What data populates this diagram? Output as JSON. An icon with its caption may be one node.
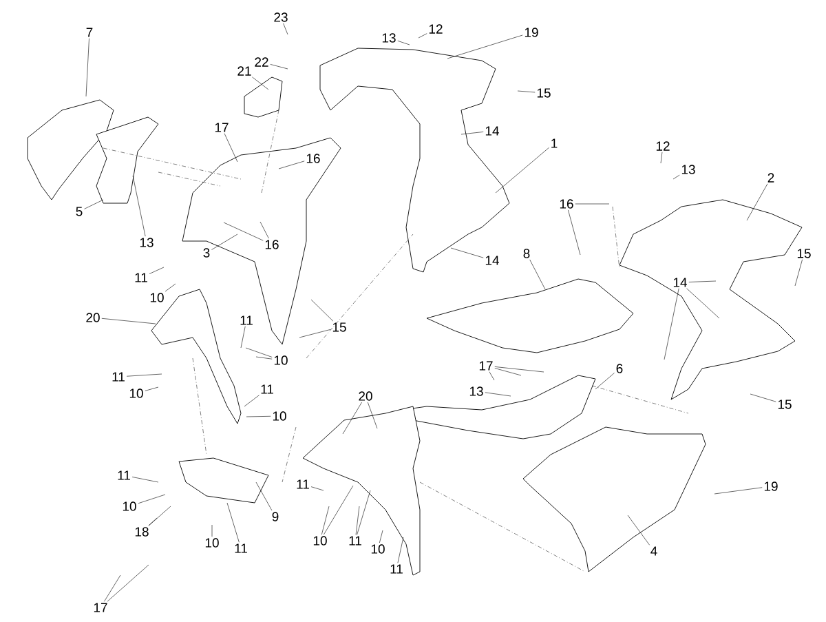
{
  "diagram": {
    "nodes": [
      {
        "text": [
          "7"
        ]
      },
      {
        "text": [
          "23"
        ]
      },
      {
        "text": [
          "22"
        ]
      },
      {
        "text": [
          "21"
        ]
      },
      {
        "text": [
          "13"
        ]
      },
      {
        "text": [
          "12"
        ]
      },
      {
        "text": [
          "19"
        ]
      },
      {
        "text": [
          "15"
        ]
      },
      {
        "text": [
          "17"
        ]
      },
      {
        "text": [
          "16"
        ]
      },
      {
        "text": [
          "14"
        ]
      },
      {
        "text": [
          "1"
        ]
      },
      {
        "text": [
          "12"
        ]
      },
      {
        "text": [
          "13"
        ]
      },
      {
        "text": [
          "2"
        ]
      },
      {
        "text": [
          "16"
        ]
      },
      {
        "text": [
          "5"
        ]
      },
      {
        "text": [
          "13"
        ]
      },
      {
        "text": [
          "16"
        ]
      },
      {
        "text": [
          "14"
        ]
      },
      {
        "text": [
          "3"
        ]
      },
      {
        "text": [
          "11"
        ]
      },
      {
        "text": [
          "10"
        ]
      },
      {
        "text": [
          "8"
        ]
      },
      {
        "text": [
          "15"
        ]
      },
      {
        "text": [
          "14"
        ]
      },
      {
        "text": [
          "20"
        ]
      },
      {
        "text": [
          "11"
        ]
      },
      {
        "text": [
          "15"
        ]
      },
      {
        "text": [
          "10"
        ]
      },
      {
        "text": [
          "11"
        ]
      },
      {
        "text": [
          "10"
        ]
      },
      {
        "text": [
          "11"
        ]
      },
      {
        "text": [
          "10"
        ]
      },
      {
        "text": [
          "20"
        ]
      },
      {
        "text": [
          "17"
        ]
      },
      {
        "text": [
          "6"
        ]
      },
      {
        "text": [
          "13"
        ]
      },
      {
        "text": [
          "15"
        ]
      },
      {
        "text": [
          "11"
        ]
      },
      {
        "text": [
          "10"
        ]
      },
      {
        "text": [
          "9"
        ]
      },
      {
        "text": [
          "10"
        ]
      },
      {
        "text": [
          "11"
        ]
      },
      {
        "text": [
          "11"
        ]
      },
      {
        "text": [
          "10"
        ]
      },
      {
        "text": [
          "11"
        ]
      },
      {
        "text": [
          "10"
        ]
      },
      {
        "text": [
          "11"
        ]
      },
      {
        "text": [
          "19"
        ]
      },
      {
        "text": [
          "4"
        ]
      },
      {
        "text": [
          "18"
        ]
      },
      {
        "text": [
          "17"
        ]
      }
    ],
    "edges": [
      {
        "from": 0,
        "to": null,
        "arrow": "none"
      },
      {
        "from": 1,
        "to": null,
        "arrow": "none"
      },
      {
        "from": 2,
        "to": null,
        "arrow": "none"
      },
      {
        "from": 3,
        "to": null,
        "arrow": "none"
      },
      {
        "from": 4,
        "to": null,
        "arrow": "none"
      },
      {
        "from": 5,
        "to": null,
        "arrow": "none"
      },
      {
        "from": 6,
        "to": null,
        "arrow": "none"
      },
      {
        "from": 7,
        "to": null,
        "arrow": "none"
      },
      {
        "from": 8,
        "to": null,
        "arrow": "none"
      },
      {
        "from": 9,
        "to": null,
        "arrow": "none"
      },
      {
        "from": 10,
        "to": null,
        "arrow": "none"
      },
      {
        "from": 11,
        "to": null,
        "arrow": "none"
      },
      {
        "from": 12,
        "to": null,
        "arrow": "none"
      },
      {
        "from": 13,
        "to": null,
        "arrow": "none"
      },
      {
        "from": 14,
        "to": null,
        "arrow": "none"
      },
      {
        "from": 15,
        "to": null,
        "arrow": "none"
      },
      {
        "from": 15,
        "to": null,
        "arrow": "none"
      },
      {
        "from": 16,
        "to": null,
        "arrow": "none"
      },
      {
        "from": 17,
        "to": null,
        "arrow": "none"
      },
      {
        "from": 18,
        "to": null,
        "arrow": "none"
      },
      {
        "from": 18,
        "to": null,
        "arrow": "none"
      },
      {
        "from": 19,
        "to": null,
        "arrow": "none"
      },
      {
        "from": 20,
        "to": null,
        "arrow": "none"
      },
      {
        "from": 21,
        "to": null,
        "arrow": "none"
      },
      {
        "from": 22,
        "to": null,
        "arrow": "none"
      },
      {
        "from": 23,
        "to": null,
        "arrow": "none"
      },
      {
        "from": 24,
        "to": null,
        "arrow": "none"
      },
      {
        "from": 25,
        "to": null,
        "arrow": "none"
      },
      {
        "from": 25,
        "to": null,
        "arrow": "none"
      },
      {
        "from": 25,
        "to": null,
        "arrow": "none"
      },
      {
        "from": 26,
        "to": null,
        "arrow": "none"
      },
      {
        "from": 27,
        "to": null,
        "arrow": "none"
      },
      {
        "from": 28,
        "to": null,
        "arrow": "none"
      },
      {
        "from": 28,
        "to": null,
        "arrow": "none"
      },
      {
        "from": 29,
        "to": null,
        "arrow": "none"
      },
      {
        "from": 29,
        "to": null,
        "arrow": "none"
      },
      {
        "from": 30,
        "to": null,
        "arrow": "none"
      },
      {
        "from": 31,
        "to": null,
        "arrow": "none"
      },
      {
        "from": 32,
        "to": null,
        "arrow": "none"
      },
      {
        "from": 33,
        "to": null,
        "arrow": "none"
      },
      {
        "from": 34,
        "to": null,
        "arrow": "none"
      },
      {
        "from": 34,
        "to": null,
        "arrow": "none"
      },
      {
        "from": 35,
        "to": null,
        "arrow": "none"
      },
      {
        "from": 35,
        "to": null,
        "arrow": "none"
      },
      {
        "from": 35,
        "to": null,
        "arrow": "none"
      },
      {
        "from": 36,
        "to": null,
        "arrow": "none"
      },
      {
        "from": 37,
        "to": null,
        "arrow": "none"
      },
      {
        "from": 38,
        "to": null,
        "arrow": "none"
      },
      {
        "from": 39,
        "to": null,
        "arrow": "none"
      },
      {
        "from": 40,
        "to": null,
        "arrow": "none"
      },
      {
        "from": 41,
        "to": null,
        "arrow": "none"
      },
      {
        "from": 42,
        "to": null,
        "arrow": "none"
      },
      {
        "from": 43,
        "to": null,
        "arrow": "none"
      },
      {
        "from": 44,
        "to": null,
        "arrow": "none"
      },
      {
        "from": 45,
        "to": null,
        "arrow": "none"
      },
      {
        "from": 45,
        "to": null,
        "arrow": "none"
      },
      {
        "from": 46,
        "to": null,
        "arrow": "none"
      },
      {
        "from": 46,
        "to": null,
        "arrow": "none"
      },
      {
        "from": 47,
        "to": null,
        "arrow": "none"
      },
      {
        "from": 48,
        "to": null,
        "arrow": "none"
      },
      {
        "from": 49,
        "to": null,
        "arrow": "none"
      },
      {
        "from": 50,
        "to": null,
        "arrow": "none"
      },
      {
        "from": 51,
        "to": null,
        "arrow": "none"
      },
      {
        "from": 51,
        "to": null,
        "arrow": "none"
      },
      {
        "from": 52,
        "to": null,
        "arrow": "none"
      },
      {
        "from": 52,
        "to": null,
        "arrow": "none"
      }
    ]
  }
}
